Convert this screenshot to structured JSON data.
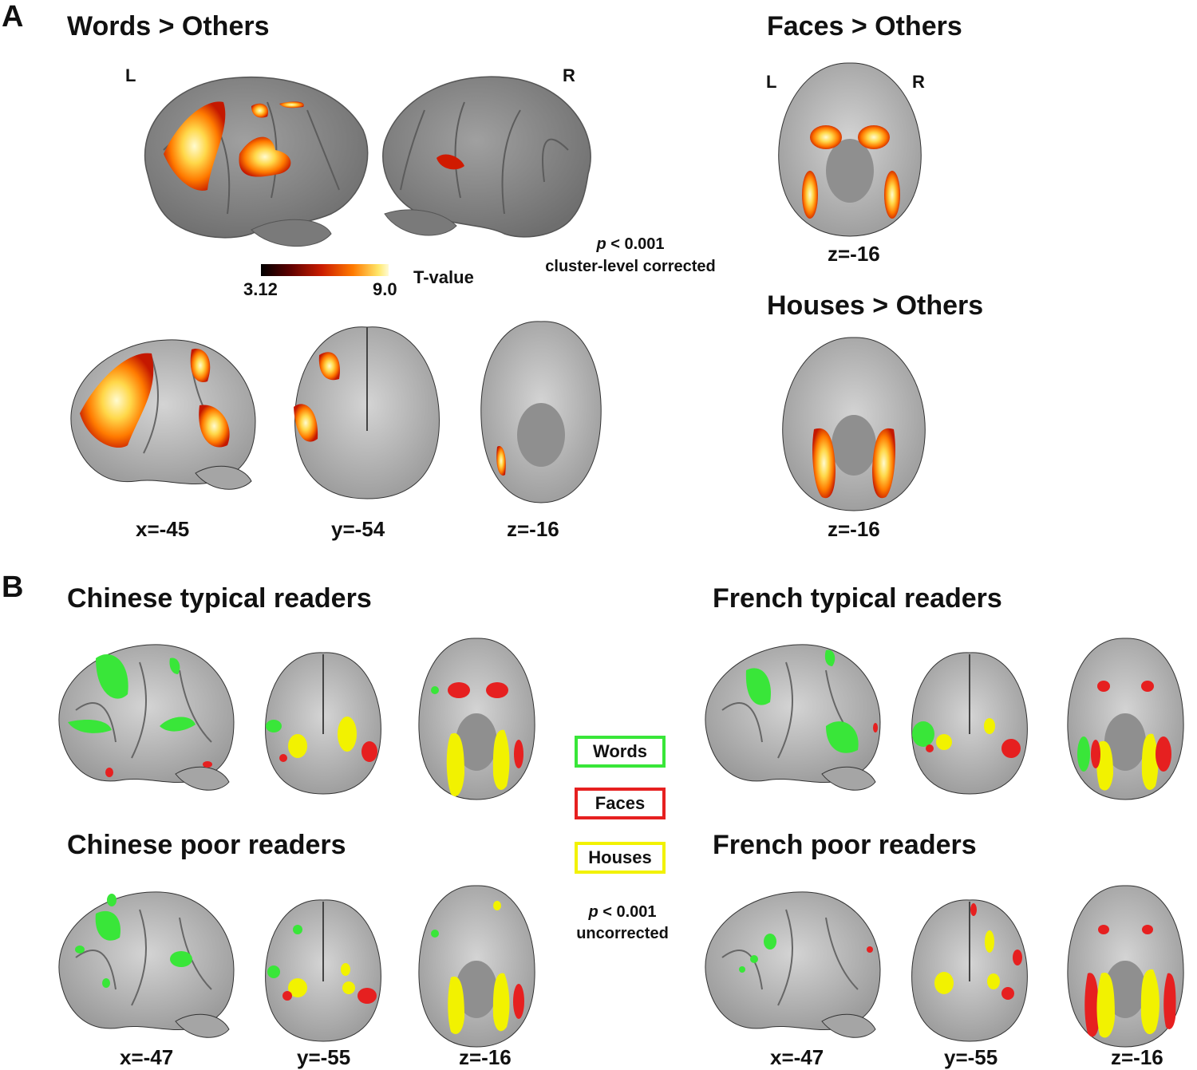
{
  "panelA": {
    "letter": "A",
    "words_title": "Words > Others",
    "left_label": "L",
    "right_label": "R",
    "faces_title": "Faces > Others",
    "faces_left": "L",
    "faces_right": "R",
    "faces_coord": "z=-16",
    "houses_title": "Houses > Others",
    "houses_coord": "z=-16",
    "colorbar_min": "3.12",
    "colorbar_max": "9.0",
    "colorbar_label": "T-value",
    "stat_p": "p",
    "stat_threshold": " < 0.001",
    "stat_correction": "cluster-level corrected",
    "coords": [
      "x=-45",
      "y=-54",
      "z=-16"
    ]
  },
  "panelB": {
    "letter": "B",
    "groups": {
      "chinese_typical": "Chinese typical readers",
      "french_typical": "French typical readers",
      "chinese_poor": "Chinese poor readers",
      "french_poor": "French poor readers"
    },
    "legend": [
      {
        "label": "Words",
        "color": "#39e639"
      },
      {
        "label": "Faces",
        "color": "#e62020"
      },
      {
        "label": "Houses",
        "color": "#f2f200"
      }
    ],
    "stat_p": "p",
    "stat_threshold": " < 0.001",
    "stat_correction": "uncorrected",
    "coords_left": [
      "x=-47",
      "y=-55",
      "z=-16"
    ],
    "coords_right": [
      "x=-47",
      "y=-55",
      "z=-16"
    ]
  },
  "colors": {
    "words": "#39e639",
    "faces": "#e62020",
    "houses": "#f2f200",
    "brain_gray": "#8a8a8a",
    "slice_gray": "#b9b9b9"
  }
}
